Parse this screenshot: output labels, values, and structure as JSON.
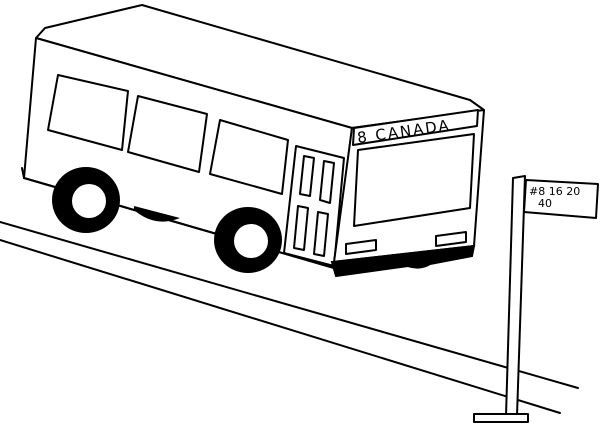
{
  "bus": {
    "destination_sign": "8 CANADA"
  },
  "bus_stop_sign": {
    "line1": "#8 16 20",
    "line2": "40"
  },
  "colors": {
    "ink": "#000000",
    "paper": "#ffffff"
  }
}
